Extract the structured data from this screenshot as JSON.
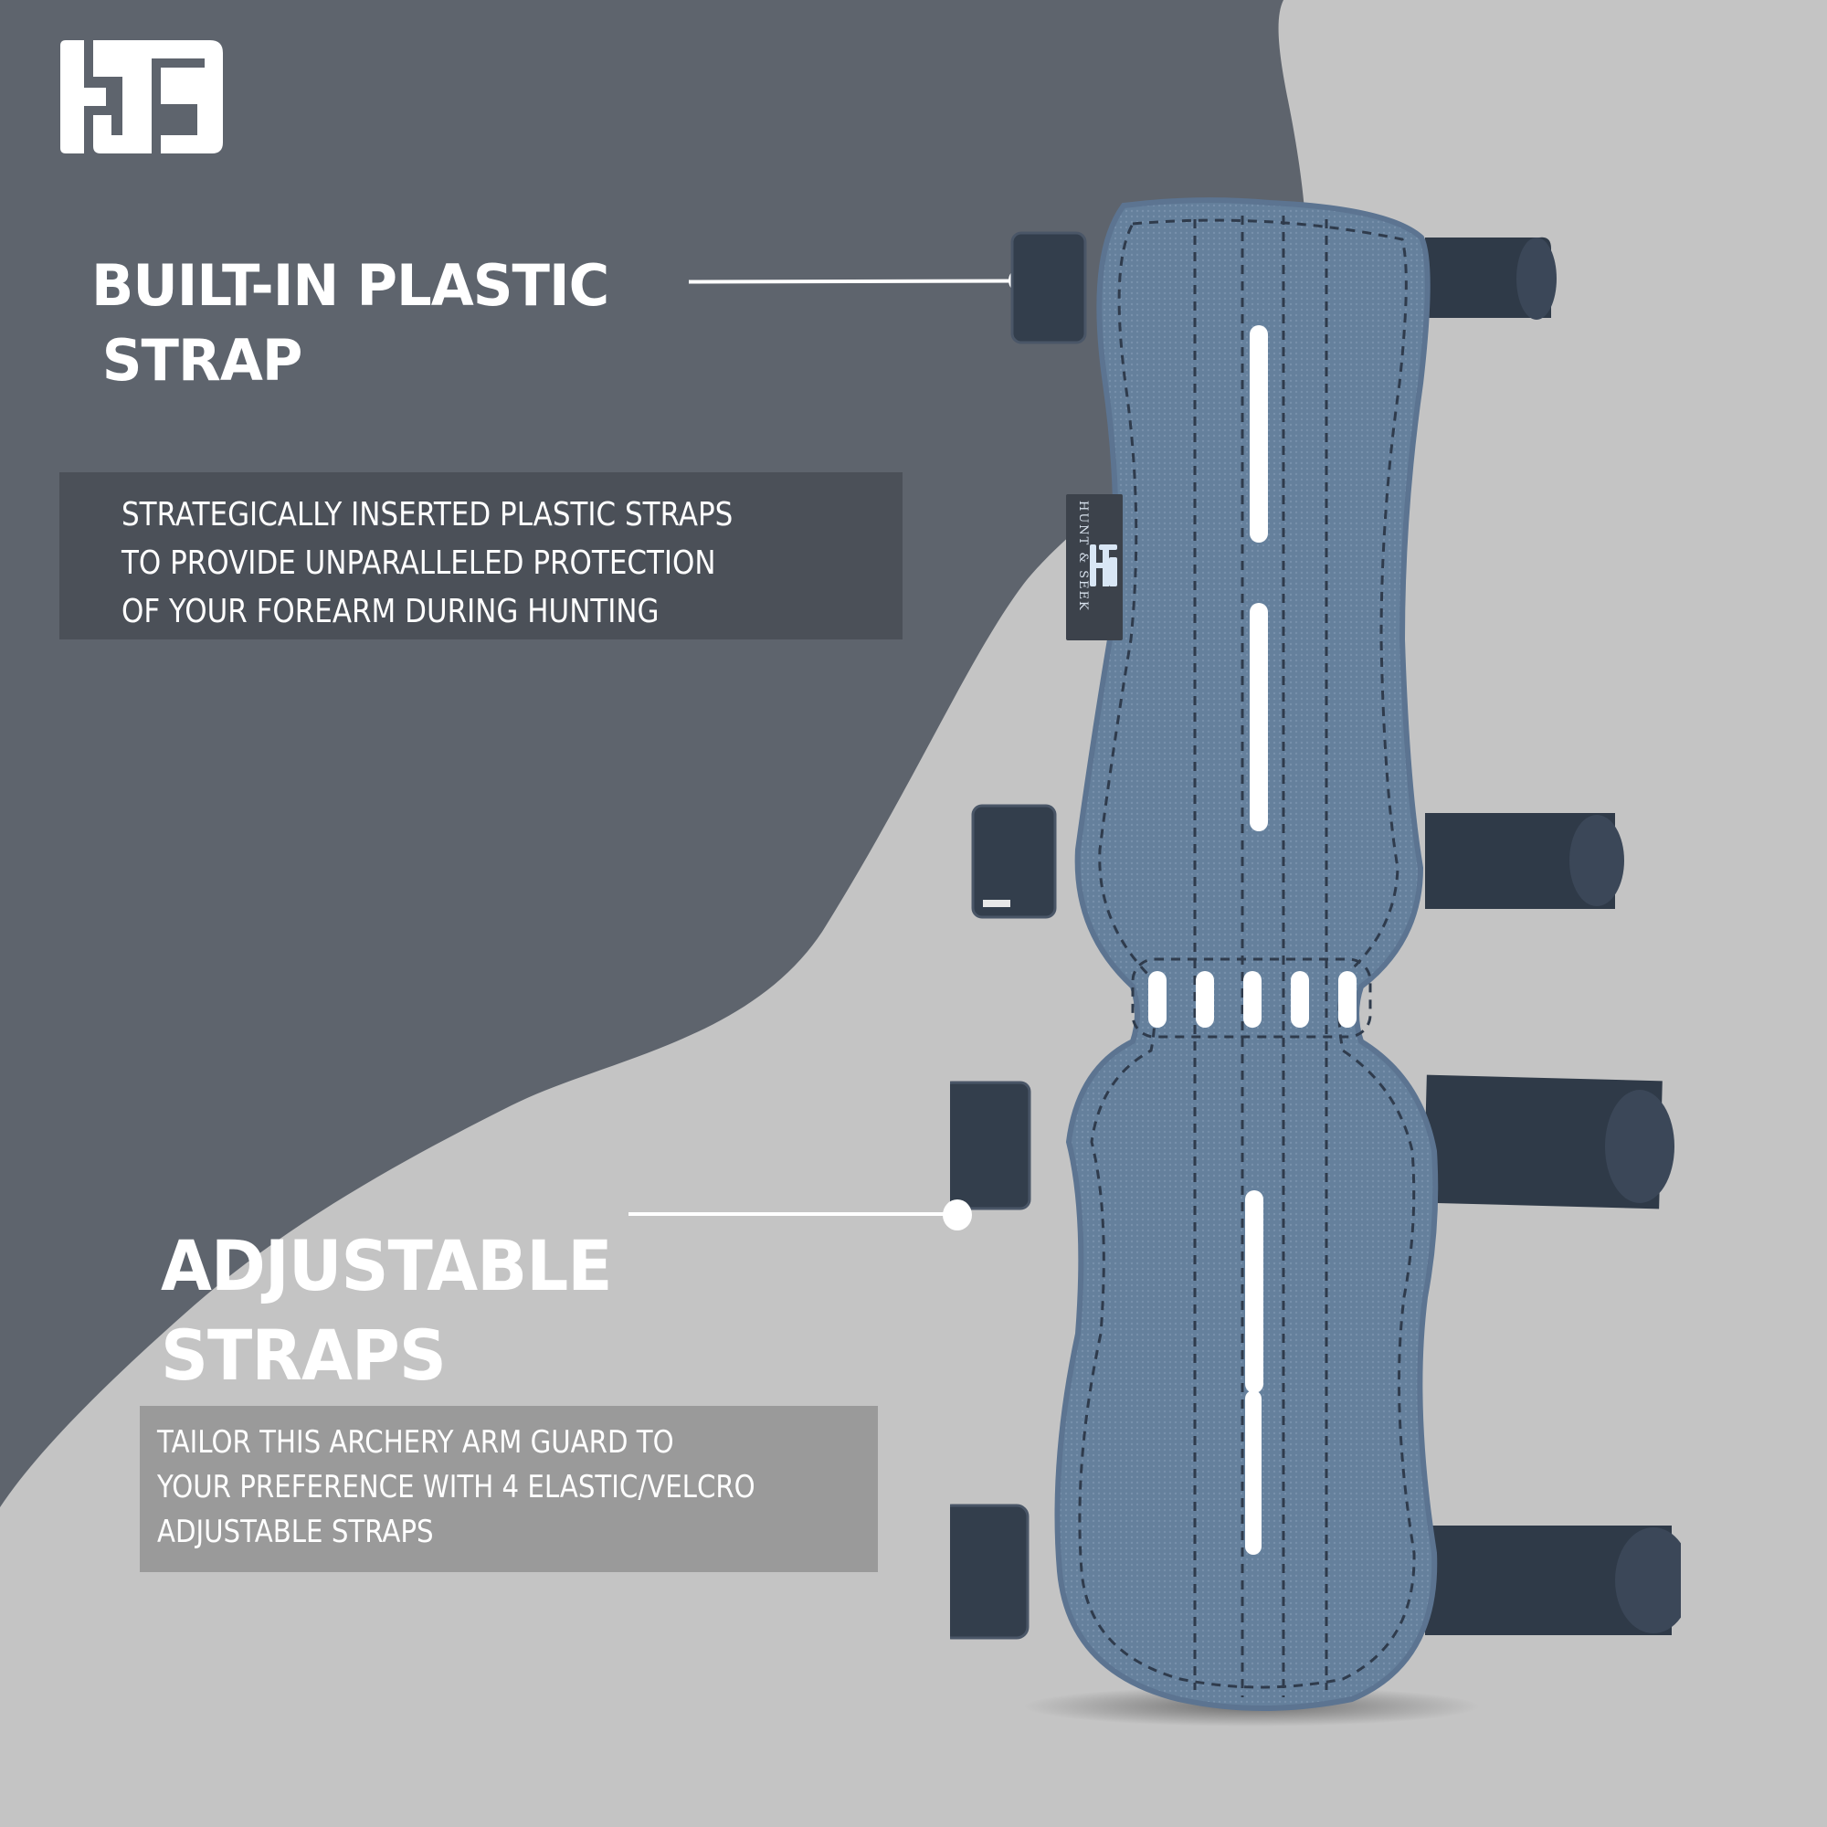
{
  "brand": {
    "logo_alt": "HS logo",
    "tag_text": "HUNT & SEEK"
  },
  "colors": {
    "dark_bg": "#5e646d",
    "light_bg": "#c4c4c4",
    "dark_box": "#4b5058",
    "light_box": "#9a9a9a",
    "product_fabric": "#637a95",
    "strap": "#2e3846",
    "text": "#ffffff"
  },
  "features": [
    {
      "title_lines": [
        "BUILT-IN PLASTIC",
        "STRAP"
      ],
      "description_lines": [
        "STRATEGICALLY INSERTED PLASTIC STRAPS",
        "TO PROVIDE UNPARALLELED PROTECTION",
        "OF YOUR FOREARM DURING HUNTING"
      ]
    },
    {
      "title_lines": [
        "ADJUSTABLE",
        "STRAPS"
      ],
      "description_lines": [
        "TAILOR THIS ARCHERY ARM GUARD TO",
        "YOUR PREFERENCE WITH 4 ELASTIC/VELCRO",
        "ADJUSTABLE STRAPS"
      ]
    }
  ],
  "product": {
    "name": "archery arm guard",
    "strap_count": 4,
    "vent_slots_row": 5
  }
}
